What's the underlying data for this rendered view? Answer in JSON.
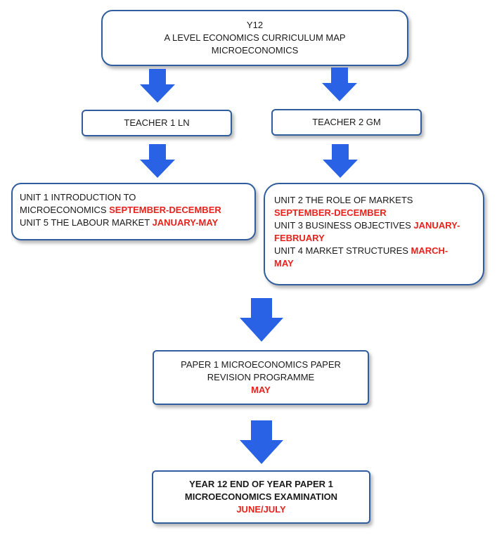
{
  "title_box": {
    "line1": "Y12",
    "line2": "A LEVEL ECONOMICS  CURRICULUM MAP",
    "line3": "MICROECONOMICS"
  },
  "teacher1": {
    "label": "TEACHER 1 LN"
  },
  "teacher2": {
    "label": "TEACHER 2 GM"
  },
  "teacher1_units": {
    "unit1_text": "UNIT 1 INTRODUCTION TO",
    "unit1_text2": "MICROECONOMICS ",
    "unit1_period": "SEPTEMBER-DECEMBER",
    "unit5_text": "UNIT 5 THE LABOUR MARKET ",
    "unit5_period": "JANUARY-MAY"
  },
  "teacher2_units": {
    "unit2_text": "UNIT 2 THE ROLE OF MARKETS",
    "unit2_period": "SEPTEMBER-DECEMBER",
    "unit3_text": "UNIT 3 BUSINESS OBJECTIVES ",
    "unit3_period_a": "JANUARY-",
    "unit3_period_b": "FEBRUARY",
    "unit4_text": "UNIT 4 MARKET STRUCTURES ",
    "unit4_period_a": "MARCH-",
    "unit4_period_b": "MAY"
  },
  "paper1_box": {
    "line1": "PAPER 1 MICROECONOMICS  PAPER",
    "line2": "REVISION PROGRAMME",
    "period": "MAY"
  },
  "exam_box": {
    "line1": "YEAR 12 END OF YEAR PAPER 1",
    "line2": "MICROECONOMICS  EXAMINATION",
    "period": "JUNE/JULY"
  },
  "colors": {
    "arrow": "#2a62e6",
    "border": "#2f5d9e",
    "highlight": "#e8231e"
  }
}
